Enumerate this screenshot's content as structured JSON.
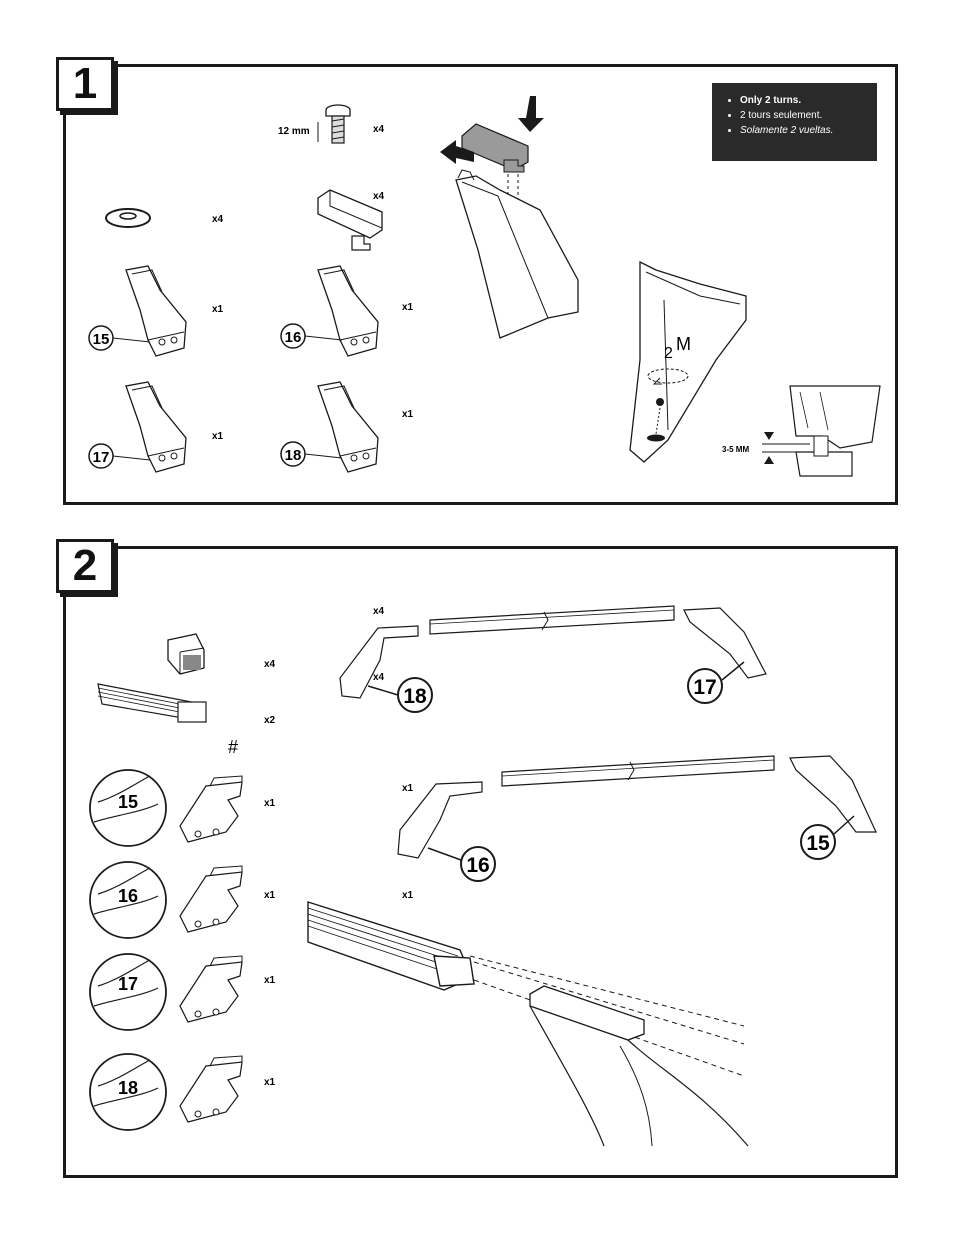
{
  "steps": {
    "step1": "1",
    "step2": "2"
  },
  "note": {
    "line1": "Only 2 turns.",
    "line2": "2 tours seulement.",
    "line3": "Solamente 2 vueltas."
  },
  "panel1": {
    "screw_size": "12 mm",
    "screw_qty": "x4",
    "clip_qty": "x4",
    "washer_qty": "x4",
    "foot15_qty": "x1",
    "foot16_qty": "x1",
    "foot17_qty": "x1",
    "foot18_qty": "x1",
    "label15": "15",
    "label16": "16",
    "label17": "17",
    "label18": "18",
    "turn_two": "2",
    "turn_m": "M",
    "gap": "3-5 MM"
  },
  "panel2": {
    "cap_qty": "x4",
    "bar_qty": "x2",
    "hash": "#",
    "fit15_qty": "x1",
    "fit16_qty": "x1",
    "fit17_qty": "x1",
    "fit18_qty": "x1",
    "fit15": "15",
    "fit16": "16",
    "fit17": "17",
    "fit18": "18",
    "front_qty_a": "x4",
    "front_qty_b": "x4",
    "rear_qty_a": "x1",
    "rear_qty_b": "x1",
    "callout18": "18",
    "callout17": "17",
    "callout16": "16",
    "callout15": "15"
  },
  "colors": {
    "line": "#1a1a1a",
    "note_bg": "#2a2a2a",
    "grey_part": "#9a9a9a"
  }
}
